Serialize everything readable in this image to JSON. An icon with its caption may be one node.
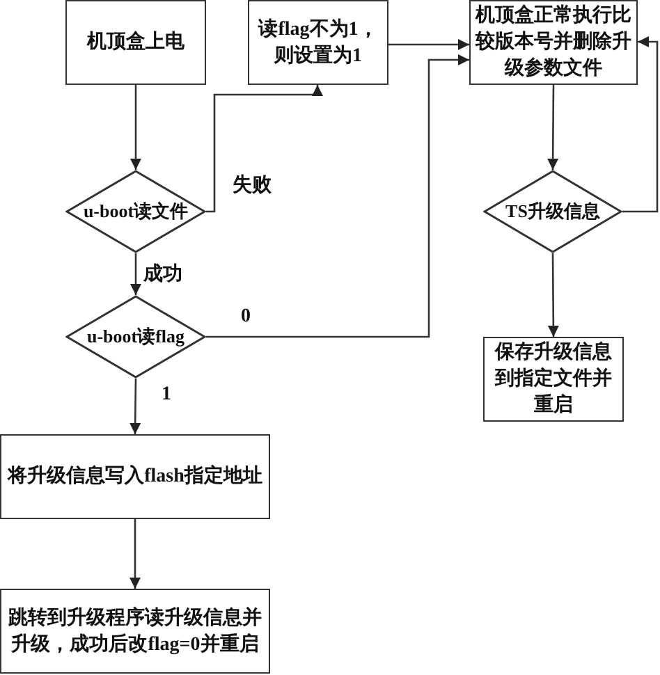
{
  "diagram": {
    "nodes": [
      {
        "text": [
          "机顶盒上电"
        ]
      },
      {
        "text": [
          "读flag不为1，则设置为1"
        ]
      },
      {
        "text": [
          "机顶盒正常执行比较版本号并删除升级参数文件"
        ]
      },
      {
        "text": [
          "u-boot读文件"
        ]
      },
      {
        "text": [
          "TS升级信息"
        ]
      },
      {
        "text": [
          "u-boot读flag"
        ]
      },
      {
        "text": [
          "保存升级信息到指定文件并重启"
        ]
      },
      {
        "text": [
          "将升级信息写入flash指定地址"
        ]
      },
      {
        "text": [
          "跳转到升级程序读升级信息并升级，成功后改flag=0并重启"
        ]
      }
    ],
    "edges": [
      {
        "from": 0,
        "to": 3,
        "arrow": "to"
      },
      {
        "from": 3,
        "to": 1,
        "arrow": "to",
        "label": "失败"
      },
      {
        "from": 3,
        "to": 5,
        "arrow": "to",
        "label": "成功"
      },
      {
        "from": 5,
        "to": 2,
        "arrow": "to",
        "label": "0"
      },
      {
        "from": 5,
        "to": 7,
        "arrow": "to",
        "label": "1"
      },
      {
        "from": 1,
        "to": 2,
        "arrow": "to"
      },
      {
        "from": 2,
        "to": 4,
        "arrow": "to"
      },
      {
        "from": 4,
        "to": 2,
        "arrow": "to"
      },
      {
        "from": 4,
        "to": 6,
        "arrow": "to"
      },
      {
        "from": 7,
        "to": 8,
        "arrow": "to"
      }
    ]
  }
}
